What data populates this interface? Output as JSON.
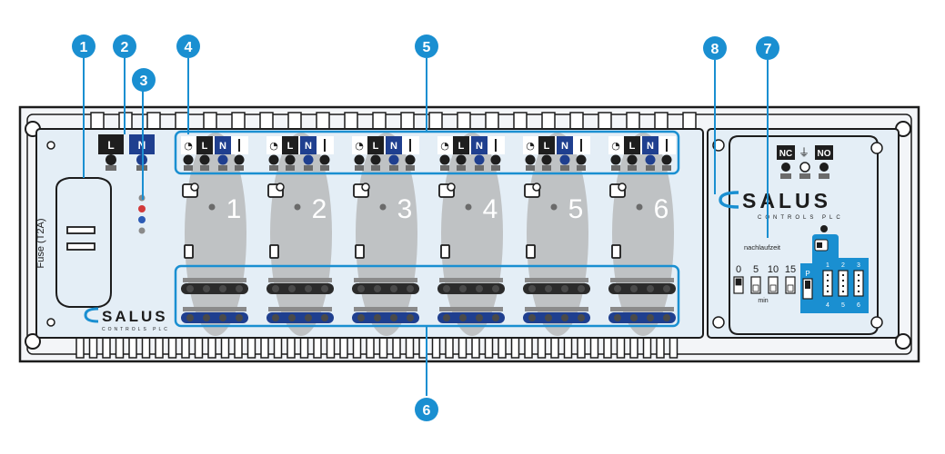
{
  "callouts": [
    "1",
    "2",
    "3",
    "4",
    "5",
    "6",
    "7",
    "8"
  ],
  "main_unit": {
    "power_terminals": [
      "L",
      "N"
    ],
    "fuse_label": "Fuse (T2A)",
    "brand": "SALUS",
    "brand_sub": "CONTROLS PLC"
  },
  "zones": {
    "numbers": [
      "1",
      "2",
      "3",
      "4",
      "5",
      "6"
    ],
    "terminal_labels": [
      "L",
      "N"
    ]
  },
  "module": {
    "relay_labels": [
      "NC",
      "NO"
    ],
    "brand": "SALUS",
    "brand_sub": "CONTROLS PLC",
    "overrun_label": "nachlaufzeit",
    "overrun_values": [
      "0",
      "5",
      "10",
      "15"
    ],
    "overrun_unit": "min",
    "pump_label": "P",
    "dip_top": [
      "1",
      "2",
      "3"
    ],
    "dip_bottom": [
      "4",
      "5",
      "6"
    ]
  },
  "colors": {
    "board": "#e4eef6",
    "board_stroke": "#1c1c1c",
    "callout": "#1a8fd1",
    "zone_oval": "#b3b3b3",
    "terminal_dark": "#1e1e1e",
    "terminal_blue": "#1f3f8f",
    "dip_block": "#1a8fd1",
    "led_red": "#d23a3a",
    "led_blue": "#2c5bb5",
    "led_grey": "#8a8a8a"
  }
}
